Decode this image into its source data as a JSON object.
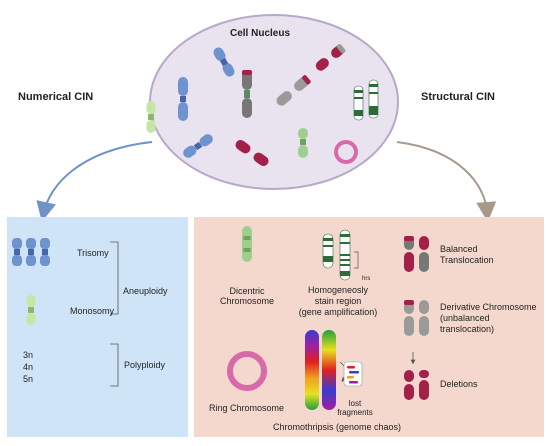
{
  "nucleus": {
    "title": "Cell Nucleus"
  },
  "numerical": {
    "heading": "Numerical CIN",
    "trisomy": "Trisomy",
    "monosomy": "Monosomy",
    "aneuploidy": "Aneuploidy",
    "ploidy_3n": "3n",
    "ploidy_4n": "4n",
    "ploidy_5n": "5n",
    "polyploidy": "Polyploidy"
  },
  "structural": {
    "heading": "Structural CIN",
    "dicentric_l1": "Dicentric",
    "dicentric_l2": "Chromosome",
    "hsr_l1": "Homogeneosly",
    "hsr_l2": "stain region",
    "hsr_l3": "(gene amplification)",
    "hrs": "hrs",
    "balanced_l1": "Balanced",
    "balanced_l2": "Translocation",
    "derivative_l1": "Derivative Chromosome",
    "derivative_l2": "(unbalanced",
    "derivative_l3": "translocation)",
    "ring": "Ring Chromosome",
    "lost_l1": "lost",
    "lost_l2": "fragments",
    "chromothripsis": "Chromothripsis (genome chaos)",
    "deletions": "Deletions"
  },
  "colors": {
    "nucleus_fill": "#e9e2ef",
    "nucleus_stroke": "#b8a8c9",
    "numerical_panel": "#cfe5f7",
    "structural_panel": "#f4d8cd",
    "blue_chromosome": "#6f93cf",
    "green_chromosome": "#9fcf8f",
    "gray_chromosome": "#9a9a9a",
    "crimson_chromosome": "#a3204a",
    "pink_ring": "#d96aa9",
    "arrow_blue": "#6f93c8",
    "arrow_taupe": "#a9998a"
  }
}
